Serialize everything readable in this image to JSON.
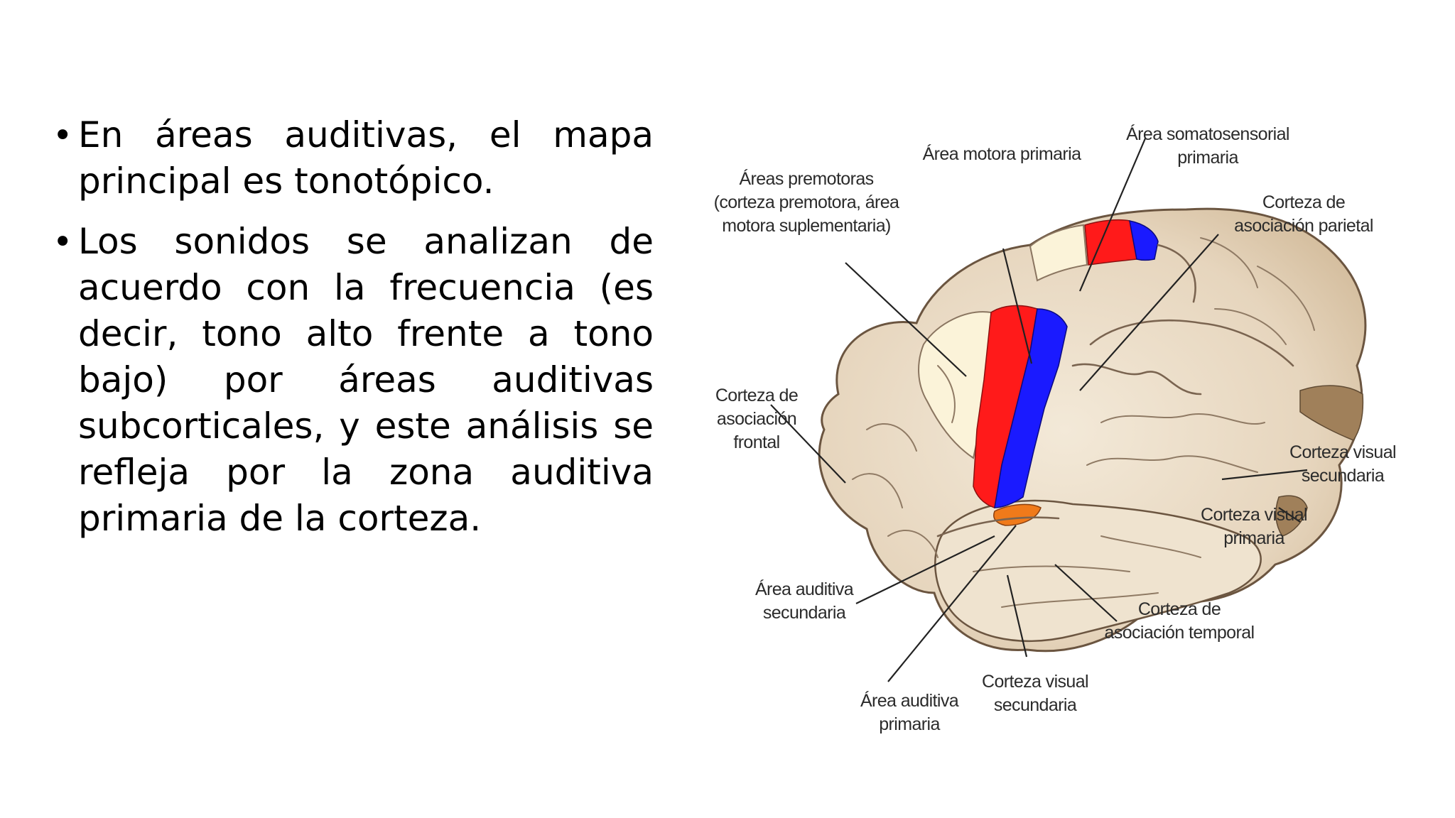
{
  "bullets": [
    {
      "text": "En áreas auditivas, el mapa principal es tonotópico."
    },
    {
      "text": "Los sonidos se analizan de acuerdo con la frecuencia (es decir, tono alto frente a tono bajo) por áreas auditivas subcorticales, y este análisis se refleja por la zona auditiva primaria de la corteza."
    }
  ],
  "figure": {
    "labels": {
      "motora_primaria": "Área motora primaria",
      "somatosensorial_1": "Área somatosensorial",
      "somatosensorial_2": "primaria",
      "premotoras_1": "Áreas premotoras",
      "premotoras_2": "(corteza premotora, área",
      "premotoras_3": "motora suplementaria)",
      "parietal_1": "Corteza de",
      "parietal_2": "asociación parietal",
      "frontal_1": "Corteza de",
      "frontal_2": "asociación",
      "frontal_3": "frontal",
      "visual_sec_r_1": "Corteza visual",
      "visual_sec_r_2": "secundaria",
      "visual_prim_1": "Corteza visual",
      "visual_prim_2": "primaria",
      "aud_sec_1": "Área auditiva",
      "aud_sec_2": "secundaria",
      "temporal_1": "Corteza de",
      "temporal_2": "asociación temporal",
      "aud_prim_1": "Área auditiva",
      "aud_prim_2": "primaria",
      "visual_sec_b_1": "Corteza visual",
      "visual_sec_b_2": "secundaria"
    },
    "colors": {
      "cortex": "#e6d6bf",
      "cortex_light": "#f2e8d6",
      "premotor": "#fbf3d9",
      "motor": "#ff1a1a",
      "somatosensory": "#1a1aff",
      "auditory_primary": "#f07a1a",
      "visual": "#a0805a"
    }
  }
}
